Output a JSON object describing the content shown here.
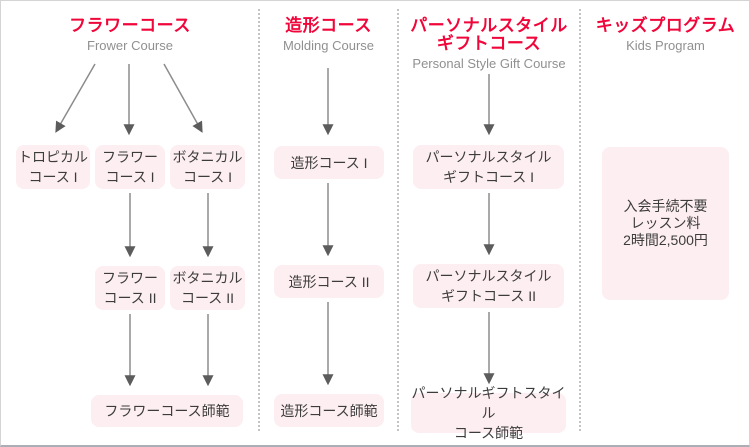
{
  "diagram_title": "Course flow chart",
  "colors": {
    "accent_red": "#f0063a",
    "node_bg": "#fdeef1",
    "arrow_line": "#8c8c8c",
    "arrow_head": "#5c5c5c"
  },
  "columns": [
    {
      "id": "flower",
      "title": "フラワーコース",
      "subtitle": "Frower Course",
      "nodes": [
        {
          "id": "tropical-1",
          "label": "トロピカル\nコース I"
        },
        {
          "id": "flower-1",
          "label": "フラワー\nコース I"
        },
        {
          "id": "botanical-1",
          "label": "ボタニカル\nコース I"
        },
        {
          "id": "flower-2",
          "label": "フラワー\nコース II"
        },
        {
          "id": "botanical-2",
          "label": "ボタニカル\nコース II"
        },
        {
          "id": "flower-master",
          "label": "フラワーコース師範"
        }
      ]
    },
    {
      "id": "molding",
      "title": "造形コース",
      "subtitle": "Molding Course",
      "nodes": [
        {
          "id": "molding-1",
          "label": "造形コース I"
        },
        {
          "id": "molding-2",
          "label": "造形コース II"
        },
        {
          "id": "molding-master",
          "label": "造形コース師範"
        }
      ]
    },
    {
      "id": "personal-style-gift",
      "title": "パーソナルスタイル\nギフトコース",
      "subtitle": "Personal Style Gift Course",
      "nodes": [
        {
          "id": "psg-1",
          "label": "パーソナルスタイル\nギフトコース I"
        },
        {
          "id": "psg-2",
          "label": "パーソナルスタイル\nギフトコース II"
        },
        {
          "id": "psg-master",
          "label": "パーソナルギフトスタイル\nコース師範"
        }
      ]
    },
    {
      "id": "kids",
      "title": "キッズプログラム",
      "subtitle": "Kids Program",
      "nodes": [
        {
          "id": "kids-note",
          "label": "入会手続不要\nレッスン料\n2時間2,500円"
        }
      ]
    }
  ]
}
